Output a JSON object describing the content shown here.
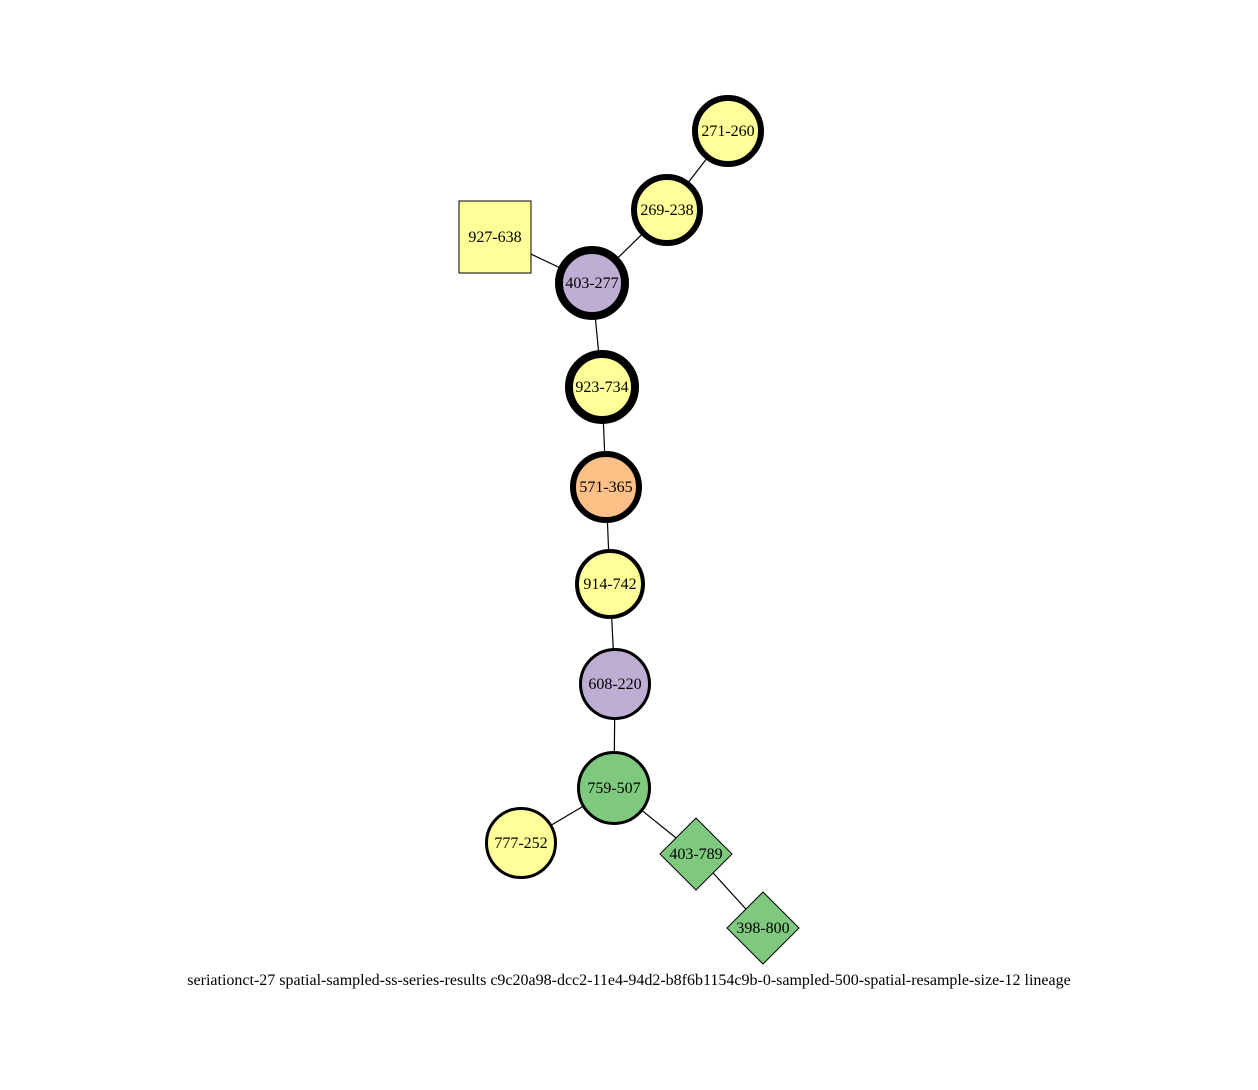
{
  "caption": "seriationct-27  spatial-sampled-ss-series-results  c9c20a98-dcc2-11e4-94d2-b8f6b1154c9b-0-sampled-500-spatial-resample-size-12  lineage",
  "colors": {
    "yellow": "#ffff99",
    "purple": "#beaed4",
    "orange": "#fdc086",
    "green": "#7fc97f",
    "stroke": "#000000"
  },
  "nodes": [
    {
      "id": "271-260",
      "label": "271-260",
      "shape": "circle",
      "fill": "yellow",
      "weight": "heavy"
    },
    {
      "id": "269-238",
      "label": "269-238",
      "shape": "circle",
      "fill": "yellow",
      "weight": "heavy"
    },
    {
      "id": "927-638",
      "label": "927-638",
      "shape": "square",
      "fill": "yellow",
      "weight": "thin"
    },
    {
      "id": "403-277",
      "label": "403-277",
      "shape": "circle",
      "fill": "purple",
      "weight": "heaviest"
    },
    {
      "id": "923-734",
      "label": "923-734",
      "shape": "circle",
      "fill": "yellow",
      "weight": "heaviest"
    },
    {
      "id": "571-365",
      "label": "571-365",
      "shape": "circle",
      "fill": "orange",
      "weight": "heavy"
    },
    {
      "id": "914-742",
      "label": "914-742",
      "shape": "circle",
      "fill": "yellow",
      "weight": "medium"
    },
    {
      "id": "608-220",
      "label": "608-220",
      "shape": "circle",
      "fill": "purple",
      "weight": "light"
    },
    {
      "id": "759-507",
      "label": "759-507",
      "shape": "circle",
      "fill": "green",
      "weight": "light"
    },
    {
      "id": "777-252",
      "label": "777-252",
      "shape": "circle",
      "fill": "yellow",
      "weight": "light"
    },
    {
      "id": "403-789",
      "label": "403-789",
      "shape": "diamond",
      "fill": "green",
      "weight": "thin"
    },
    {
      "id": "398-800",
      "label": "398-800",
      "shape": "diamond",
      "fill": "green",
      "weight": "thin"
    }
  ],
  "edges": [
    [
      "271-260",
      "269-238"
    ],
    [
      "269-238",
      "403-277"
    ],
    [
      "927-638",
      "403-277"
    ],
    [
      "403-277",
      "923-734"
    ],
    [
      "923-734",
      "571-365"
    ],
    [
      "571-365",
      "914-742"
    ],
    [
      "914-742",
      "608-220"
    ],
    [
      "608-220",
      "759-507"
    ],
    [
      "759-507",
      "777-252"
    ],
    [
      "759-507",
      "403-789"
    ],
    [
      "403-789",
      "398-800"
    ]
  ]
}
